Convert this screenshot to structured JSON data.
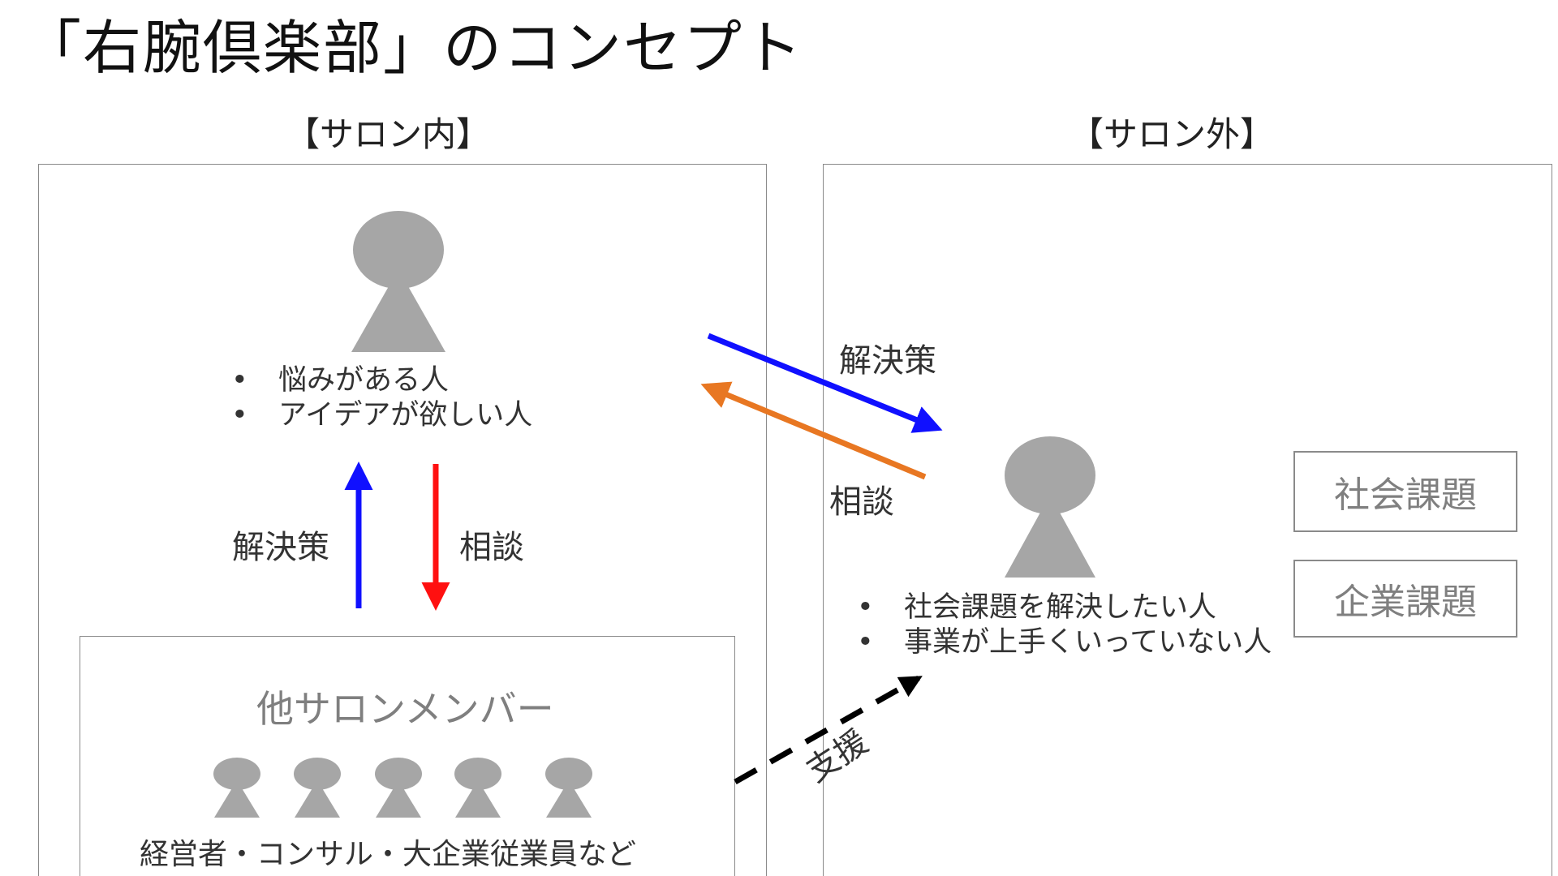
{
  "title": "「右腕倶楽部」のコンセプト",
  "inside": {
    "heading": "【サロン内】",
    "person_bullets": [
      "悩みがある人",
      "アイデアが欲しい人"
    ],
    "up_arrow_label": "解決策",
    "down_arrow_label": "相談",
    "members": {
      "title": "他サロンメンバー",
      "footer": "経営者・コンサル・大企業従業員など",
      "count": 5
    }
  },
  "outside": {
    "heading": "【サロン外】",
    "person_bullets": [
      "社会課題を解決したい人",
      "事業が上手くいっていない人"
    ],
    "tags": [
      "社会課題",
      "企業課題"
    ]
  },
  "cross_arrows": {
    "solution_label": "解決策",
    "consult_label": "相談",
    "support_label": "支援"
  },
  "colors": {
    "solution_arrow": "#1010ff",
    "consult_arrow_inside": "#ff1010",
    "consult_arrow_cross": "#e87722",
    "support_arrow": "#000000",
    "figure": "#a6a6a6",
    "panel_border": "#8a8a8a"
  },
  "bullet_glyph": "•",
  "icons": [
    "person-icon",
    "arrow-icon"
  ]
}
